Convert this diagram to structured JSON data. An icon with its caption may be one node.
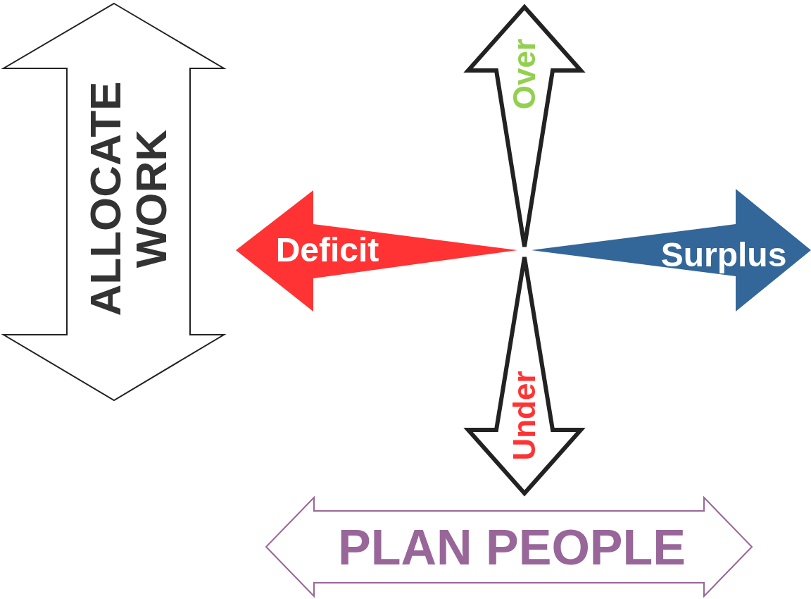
{
  "diagram": {
    "nodes": [
      {
        "text": [
          "ALLOCATE WORK"
        ]
      },
      {
        "text": [
          "Over"
        ]
      },
      {
        "text": [
          "Deficit"
        ]
      },
      {
        "text": [
          "Surplus"
        ]
      },
      {
        "text": [
          "Under"
        ]
      },
      {
        "text": [
          "PLAN PEOPLE"
        ]
      }
    ]
  }
}
